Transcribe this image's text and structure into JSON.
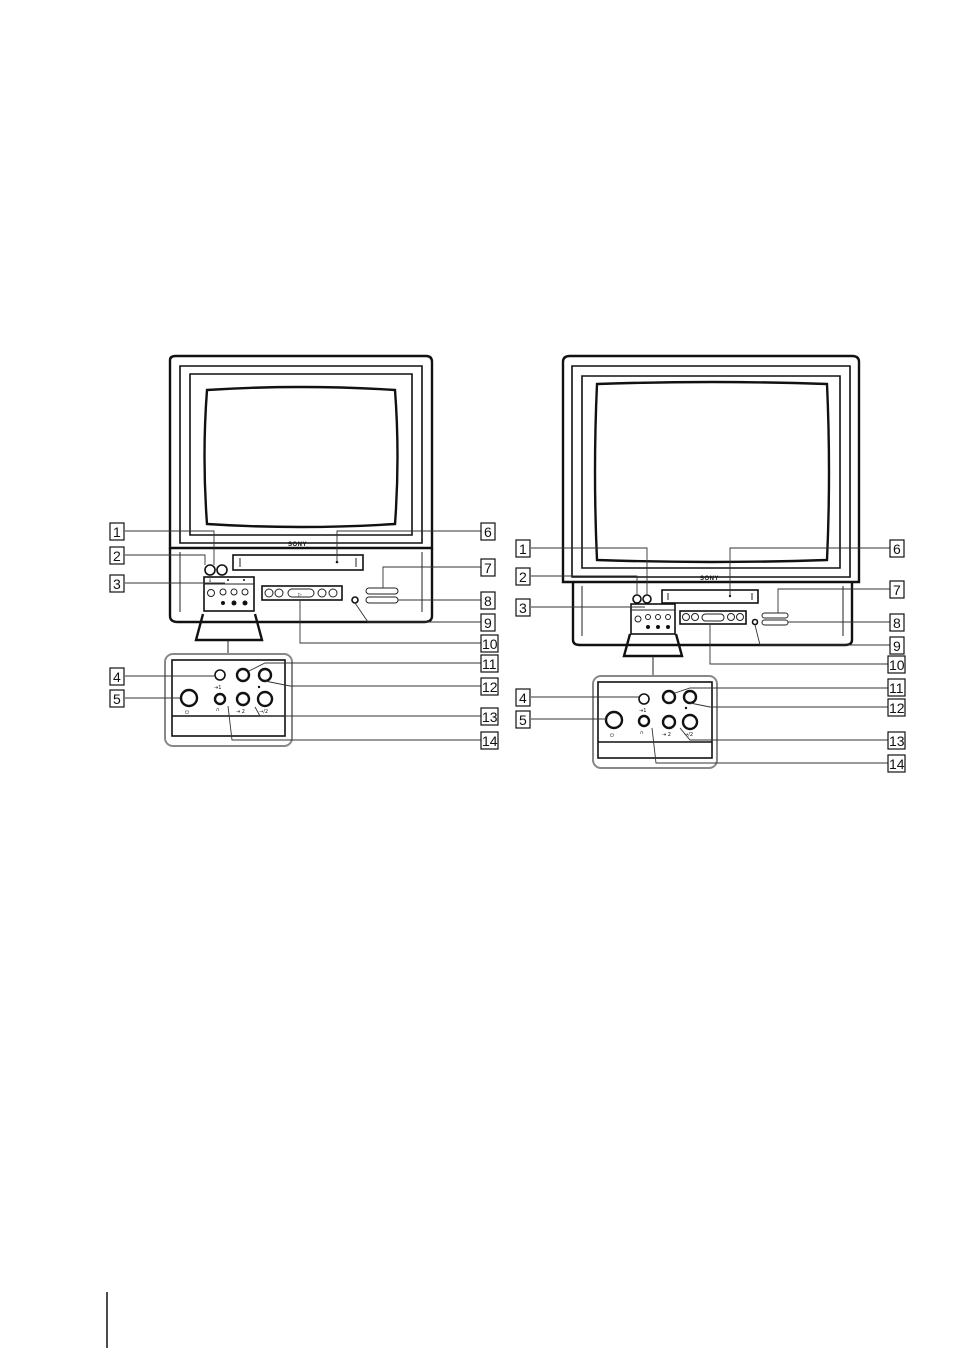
{
  "brand": "SONY",
  "callouts_left": [
    "1",
    "2",
    "3",
    "4",
    "5",
    "6",
    "7",
    "8",
    "9",
    "10",
    "11",
    "12",
    "13",
    "14"
  ],
  "callouts_right": [
    "1",
    "2",
    "3",
    "4",
    "5",
    "6",
    "7",
    "8",
    "9",
    "10",
    "11",
    "12",
    "13",
    "14"
  ],
  "panel_labels": {
    "headphones": "∩",
    "video_in": "⇥ 2",
    "audio_in": "→/2"
  }
}
